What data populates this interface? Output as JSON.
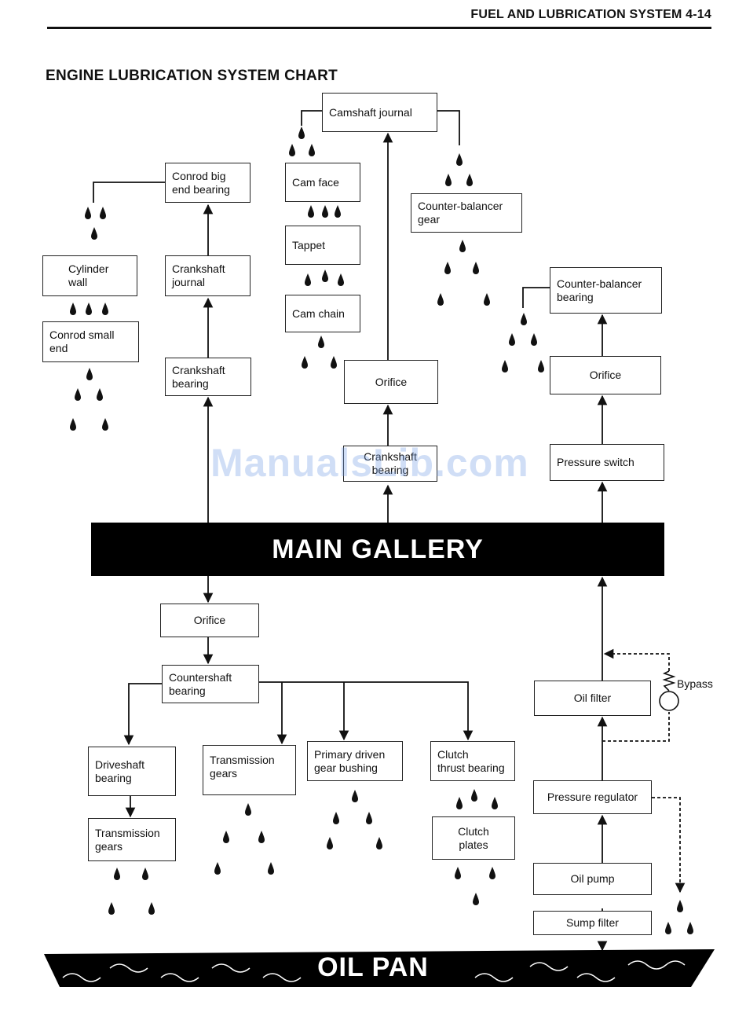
{
  "header": {
    "title": "FUEL AND LUBRICATION SYSTEM 4-14"
  },
  "page_title": "ENGINE LUBRICATION SYSTEM CHART",
  "watermark": "ManualsLib.com",
  "main_gallery": "MAIN GALLERY",
  "oil_pan": "OIL PAN",
  "bypass_label": "Bypass",
  "boxes": {
    "camshaft_journal": [
      "Camshaft journal"
    ],
    "cam_face": [
      "Cam face"
    ],
    "tappet": [
      "Tappet"
    ],
    "cam_chain": [
      "Cam chain"
    ],
    "counter_balancer_gear": [
      "Counter-balancer",
      "gear"
    ],
    "conrod_big_end": [
      "Conrod big",
      "end bearing"
    ],
    "crankshaft_journal": [
      "Crankshaft",
      "journal"
    ],
    "crankshaft_bearing_left": [
      "Crankshaft",
      "bearing"
    ],
    "cylinder_wall": [
      "Cylinder",
      "wall"
    ],
    "conrod_small_end": [
      "Conrod small",
      "end"
    ],
    "orifice_center": [
      "Orifice"
    ],
    "crankshaft_bearing_center": [
      "Crankshaft",
      "bearing"
    ],
    "counter_balancer_bearing": [
      "Counter-balancer",
      "bearing"
    ],
    "orifice_right": [
      "Orifice"
    ],
    "pressure_switch": [
      "Pressure switch"
    ],
    "orifice_lower": [
      "Orifice"
    ],
    "countershaft_bearing": [
      "Countershaft",
      "bearing"
    ],
    "driveshaft_bearing": [
      "Driveshaft",
      "bearing"
    ],
    "transmission_gears_left": [
      "Transmission",
      "gears"
    ],
    "transmission_gears_mid": [
      "Transmission",
      "gears"
    ],
    "primary_driven_gear": [
      "Primary driven",
      "gear bushing"
    ],
    "clutch_thrust_bearing": [
      "Clutch",
      "thrust bearing"
    ],
    "clutch_plates": [
      "Clutch",
      "plates"
    ],
    "oil_filter": [
      "Oil filter"
    ],
    "pressure_regulator": [
      "Pressure regulator"
    ],
    "oil_pump": [
      "Oil pump"
    ],
    "sump_filter": [
      "Sump filter"
    ]
  }
}
